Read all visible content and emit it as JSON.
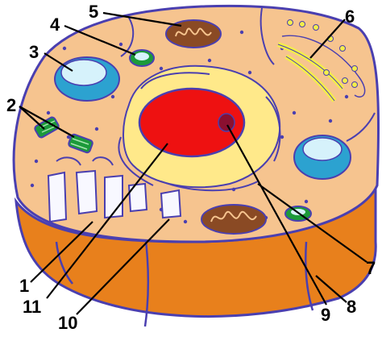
{
  "labels": {
    "l1": "1",
    "l2": "2",
    "l3": "3",
    "l4": "4",
    "l5": "5",
    "l6": "6",
    "l7": "7",
    "l8": "8",
    "l9": "9",
    "l10": "10",
    "l11": "11"
  },
  "colors": {
    "cytoplasm": "#f6c48f",
    "membrane_side": "#e8801c",
    "outline": "#4a3fb0",
    "nucleus": "#ee1111",
    "nucleolus": "#8a1030",
    "er": "#ffe98a",
    "mitochondria": "#8a4a24",
    "vacuole": "#4cc3e8",
    "golgi": "#f3ee4a",
    "chloroplast": "#1c9a3a"
  }
}
